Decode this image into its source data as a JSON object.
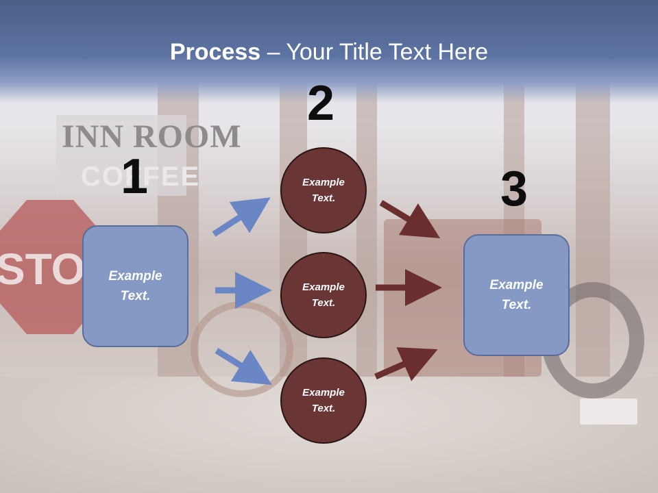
{
  "title": {
    "bold": "Process",
    "rest": " – Your Title Text Here"
  },
  "numbers": {
    "one": "1",
    "two": "2",
    "three": "3"
  },
  "left_box": {
    "line1": "Example",
    "line2": "Text."
  },
  "right_box": {
    "line1": "Example",
    "line2": "Text."
  },
  "circles": [
    {
      "line1": "Example",
      "line2": "Text."
    },
    {
      "line1": "Example",
      "line2": "Text."
    },
    {
      "line1": "Example",
      "line2": "Text."
    }
  ],
  "background_text": {
    "inn": "INN ROOM",
    "coffee": "COFFEE",
    "stop": "STO"
  },
  "colors": {
    "box_fill": "#8599c4",
    "circle_fill": "#6a3535",
    "blue_arrow": "#6b86c5",
    "red_arrow": "#6b2e2e"
  }
}
